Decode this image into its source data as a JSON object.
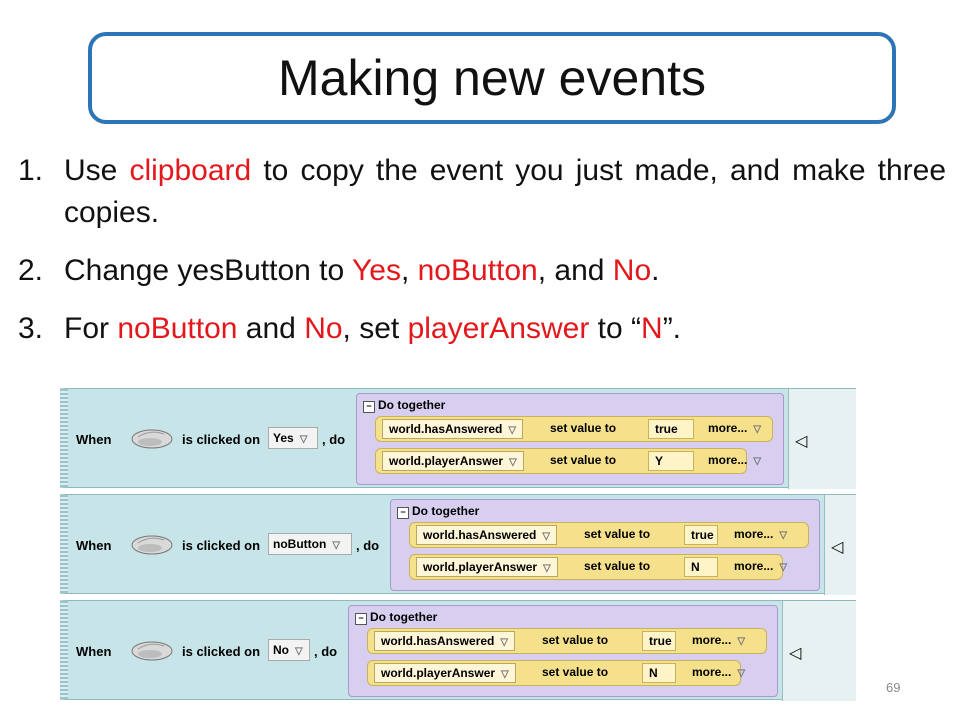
{
  "title": "Making new events",
  "steps": [
    {
      "num": "1.",
      "parts": [
        {
          "t": "Use "
        },
        {
          "t": "clipboard",
          "red": true
        },
        {
          "t": " to copy the event you just made, and make three copies."
        }
      ]
    },
    {
      "num": "2.",
      "parts": [
        {
          "t": "Change yesButton to "
        },
        {
          "t": "Yes",
          "red": true
        },
        {
          "t": ", "
        },
        {
          "t": "noButton",
          "red": true
        },
        {
          "t": ", and "
        },
        {
          "t": "No",
          "red": true
        },
        {
          "t": "."
        }
      ]
    },
    {
      "num": "3.",
      "parts": [
        {
          "t": "For "
        },
        {
          "t": "noButton",
          "red": true
        },
        {
          "t": " and "
        },
        {
          "t": "No",
          "red": true
        },
        {
          "t": ", set "
        },
        {
          "t": "playerAnswer",
          "red": true
        },
        {
          "t": " to “"
        },
        {
          "t": "N",
          "red": true
        },
        {
          "t": "”."
        }
      ]
    }
  ],
  "events": [
    {
      "when": "When",
      "clicked": "is clicked on",
      "target": "Yes",
      "do": ", do",
      "do_together": "Do together",
      "rows": [
        {
          "var": "world.hasAnswered",
          "set": "set value to",
          "value": "true",
          "more": "more..."
        },
        {
          "var": "world.playerAnswer",
          "set": "set value to",
          "value": "Y",
          "more": "more..."
        }
      ]
    },
    {
      "when": "When",
      "clicked": "is clicked on",
      "target": "noButton",
      "do": ", do",
      "do_together": "Do together",
      "rows": [
        {
          "var": "world.hasAnswered",
          "set": "set value to",
          "value": "true",
          "more": "more..."
        },
        {
          "var": "world.playerAnswer",
          "set": "set value to",
          "value": "N",
          "more": "more..."
        }
      ]
    },
    {
      "when": "When",
      "clicked": "is clicked on",
      "target": "No",
      "do": ", do",
      "do_together": "Do together",
      "rows": [
        {
          "var": "world.hasAnswered",
          "set": "set value to",
          "value": "true",
          "more": "more..."
        },
        {
          "var": "world.playerAnswer",
          "set": "set value to",
          "value": "N",
          "more": "more..."
        }
      ]
    }
  ],
  "page_number": "69",
  "colors": {
    "title_border": "#2e75b6",
    "highlight": "#e3171c",
    "event_bg": "#c7e4e8",
    "do_together_bg": "#d8cff0",
    "row_bg": "#f5e08c"
  }
}
